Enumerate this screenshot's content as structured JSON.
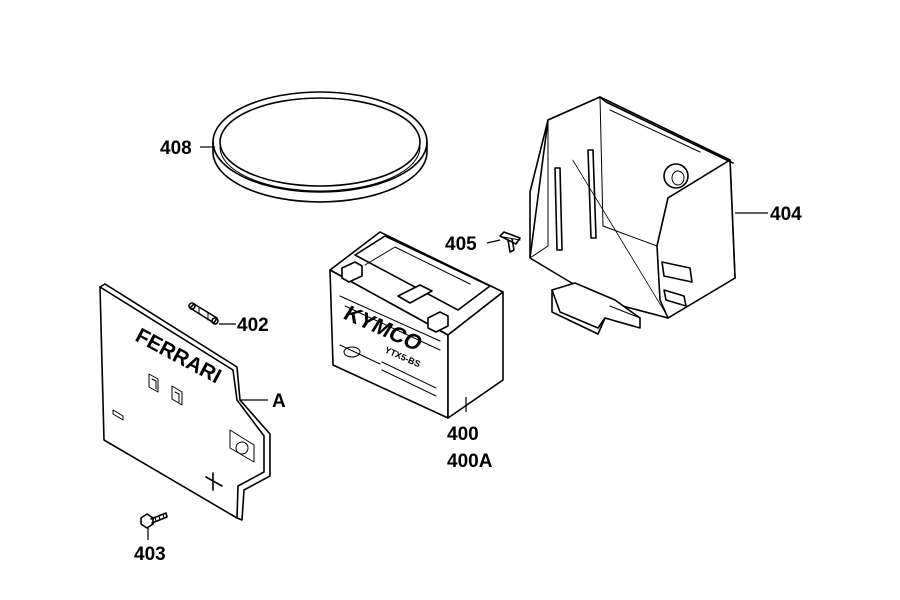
{
  "callouts": {
    "p408": "408",
    "p405": "405",
    "p404": "404",
    "p402": "402",
    "pA": "A",
    "p400": "400",
    "p400A": "400A",
    "p403": "403"
  },
  "cover_text": "FERRARI",
  "battery_text": {
    "brand": "KYMCO",
    "model": "YTX5-BS"
  }
}
